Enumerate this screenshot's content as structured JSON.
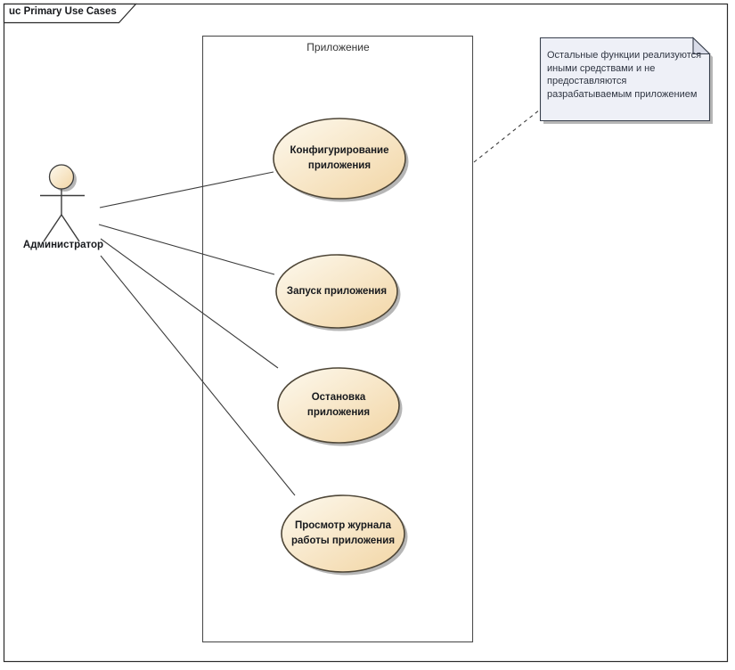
{
  "frame": {
    "title": "uc Primary Use Cases"
  },
  "boundary": {
    "label": "Приложение"
  },
  "actor": {
    "label": "Администратор"
  },
  "usecases": [
    {
      "name": "configure-application",
      "label": "Конфигурирование приложения",
      "lines": [
        "Конфигурирование",
        "приложения"
      ]
    },
    {
      "name": "start-application",
      "label": "Запуск приложения",
      "lines": [
        "Запуск приложения"
      ]
    },
    {
      "name": "stop-application",
      "label": "Остановка приложения",
      "lines": [
        "Остановка",
        "приложения"
      ]
    },
    {
      "name": "view-application-log",
      "label": "Просмотр журнала работы приложения",
      "lines": [
        "Просмотр журнала",
        "работы приложения"
      ]
    }
  ],
  "note": {
    "text": "Остальные функции реализуются иными средствами и не предоставляются разрабатываемым приложением",
    "lines": [
      "Остальные функции реализуются",
      "иными средствами и не",
      "предоставляются",
      "разрабатываемым приложением"
    ]
  },
  "relations": [
    {
      "type": "association",
      "from": "Администратор",
      "to": "Конфигурирование приложения"
    },
    {
      "type": "association",
      "from": "Администратор",
      "to": "Запуск приложения"
    },
    {
      "type": "association",
      "from": "Администратор",
      "to": "Остановка приложения"
    },
    {
      "type": "association",
      "from": "Администратор",
      "to": "Просмотр журнала работы приложения"
    },
    {
      "type": "note-link",
      "from": "note",
      "to": "Приложение"
    }
  ],
  "colors": {
    "frame_border": "#2b2b2b",
    "boundary_border": "#4d4d4d",
    "ellipse_fill_light": "#fdf9ee",
    "ellipse_fill_dark": "#f2d5a4",
    "ellipse_border": "#4e4637",
    "note_fill": "#eef0f7",
    "note_fold": "#d9dce9",
    "note_border": "#39404d",
    "note_text": "#2f3542",
    "shadow": "#b6b6b6",
    "line": "#3c3c3c",
    "text": "#17191d"
  }
}
